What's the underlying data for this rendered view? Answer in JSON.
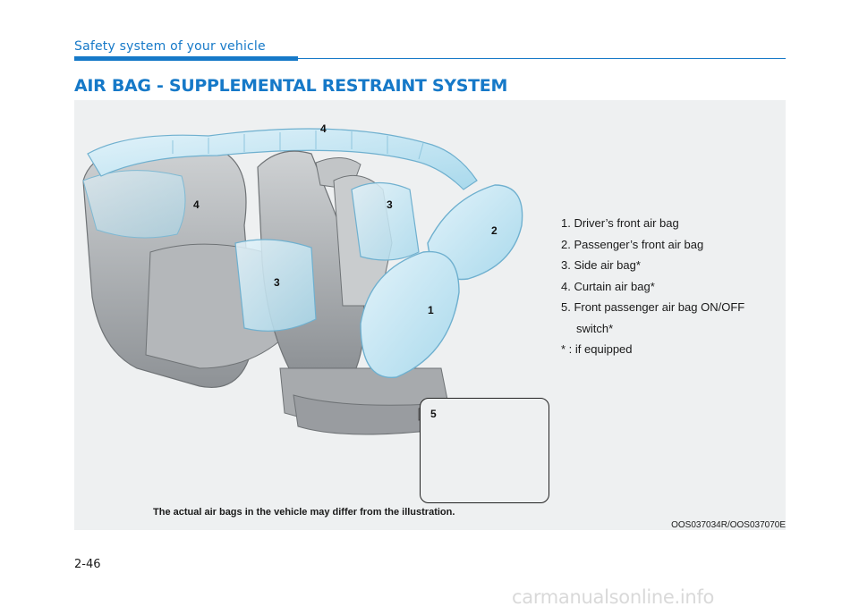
{
  "header": {
    "section_title": "Safety system of your vehicle",
    "accent_color": "#1679c8"
  },
  "page_title": "AIR BAG - SUPPLEMENTAL RESTRAINT SYSTEM",
  "figure": {
    "callout_numbers": {
      "driver_front": "1",
      "passenger_front": "2",
      "side_front": "3",
      "side_rear": "3",
      "curtain_top": "4",
      "curtain_rear": "4",
      "switch": "5"
    },
    "legend": {
      "item1": "1. Driver’s front air bag",
      "item2": "2. Passenger’s front air bag",
      "item3": "3. Side air bag*",
      "item4": "4. Curtain air bag*",
      "item5": "5. Front passenger air bag ON/OFF",
      "item5_cont": "switch*",
      "note": "* : if equipped"
    },
    "caption": "The actual air bags in the vehicle may differ from the illustration.",
    "figure_code": "OOS037034R/OOS037070E"
  },
  "page_number": "2-46",
  "watermark": "carmanualsonline.info"
}
